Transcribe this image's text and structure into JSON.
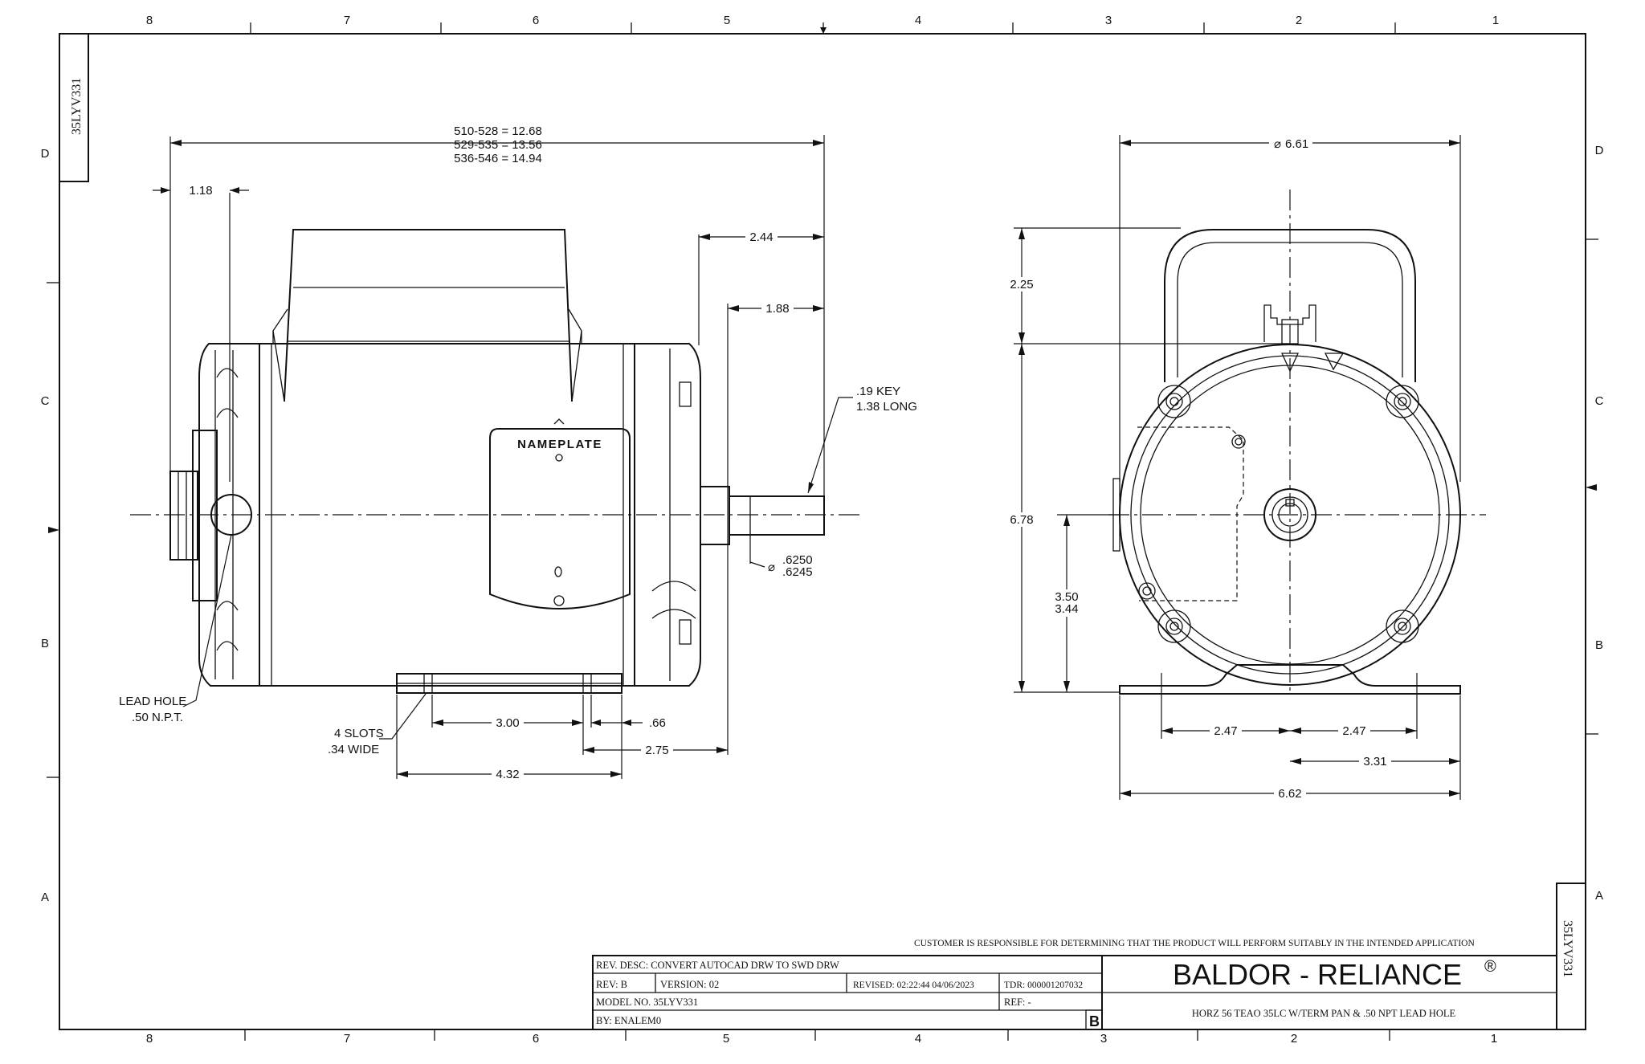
{
  "zones": {
    "columns_top": [
      "8",
      "7",
      "6",
      "5",
      "4",
      "3",
      "2",
      "1"
    ],
    "columns_bottom": [
      "8",
      "7",
      "6",
      "5",
      "4",
      "3",
      "2",
      "1"
    ],
    "rows_left": [
      "D",
      "C",
      "B",
      "A"
    ],
    "rows_right": [
      "D",
      "C",
      "B",
      "A"
    ]
  },
  "side_tag_top": "35LYV331",
  "side_tag_bottom": "35LYV331",
  "side_view": {
    "overall_length": [
      "510-528 = 12.68",
      "529-535 = 13.56",
      "536-546 = 14.94"
    ],
    "dim_1_18": "1.18",
    "dim_2_44": "2.44",
    "dim_1_88": "1.88",
    "key_note": [
      ".19 KEY",
      "1.38 LONG"
    ],
    "nameplate": "NAMEPLATE",
    "shaft_dia": [
      ".6250",
      ".6245"
    ],
    "lead_hole": [
      "LEAD HOLE",
      ".50 N.P.T."
    ],
    "slots": [
      "4 SLOTS",
      ".34 WIDE"
    ],
    "dim_3_00": "3.00",
    "dim_66": ".66",
    "dim_2_75": "2.75",
    "dim_4_32": "4.32"
  },
  "end_view": {
    "dia_6_61": "6.61",
    "dim_2_25": "2.25",
    "dim_6_78": "6.78",
    "dim_3_50": [
      "3.50",
      "3.44"
    ],
    "dim_2_47_left": "2.47",
    "dim_2_47_right": "2.47",
    "dim_3_31": "3.31",
    "dim_6_62": "6.62"
  },
  "title_block": {
    "disclaimer": "CUSTOMER IS RESPONSIBLE FOR DETERMINING THAT THE PRODUCT WILL PERFORM SUITABLY IN THE INTENDED APPLICATION",
    "rev_desc": "REV. DESC: CONVERT AUTOCAD DRW TO SWD DRW",
    "rev": "REV:  B",
    "version": "VERSION:  02",
    "revised": "REVISED:  02:22:44 04/06/2023",
    "tdr": "TDR: 000001207032",
    "model_no": "MODEL NO.  35LYV331",
    "ref": "REF:  -",
    "by": "BY: ENALEM0",
    "rev_letter": "B",
    "company": "BALDOR - RELIANCE",
    "registered": "®",
    "description": "HORZ 56 TEAO 35LC W/TERM PAN & .50 NPT LEAD HOLE"
  }
}
